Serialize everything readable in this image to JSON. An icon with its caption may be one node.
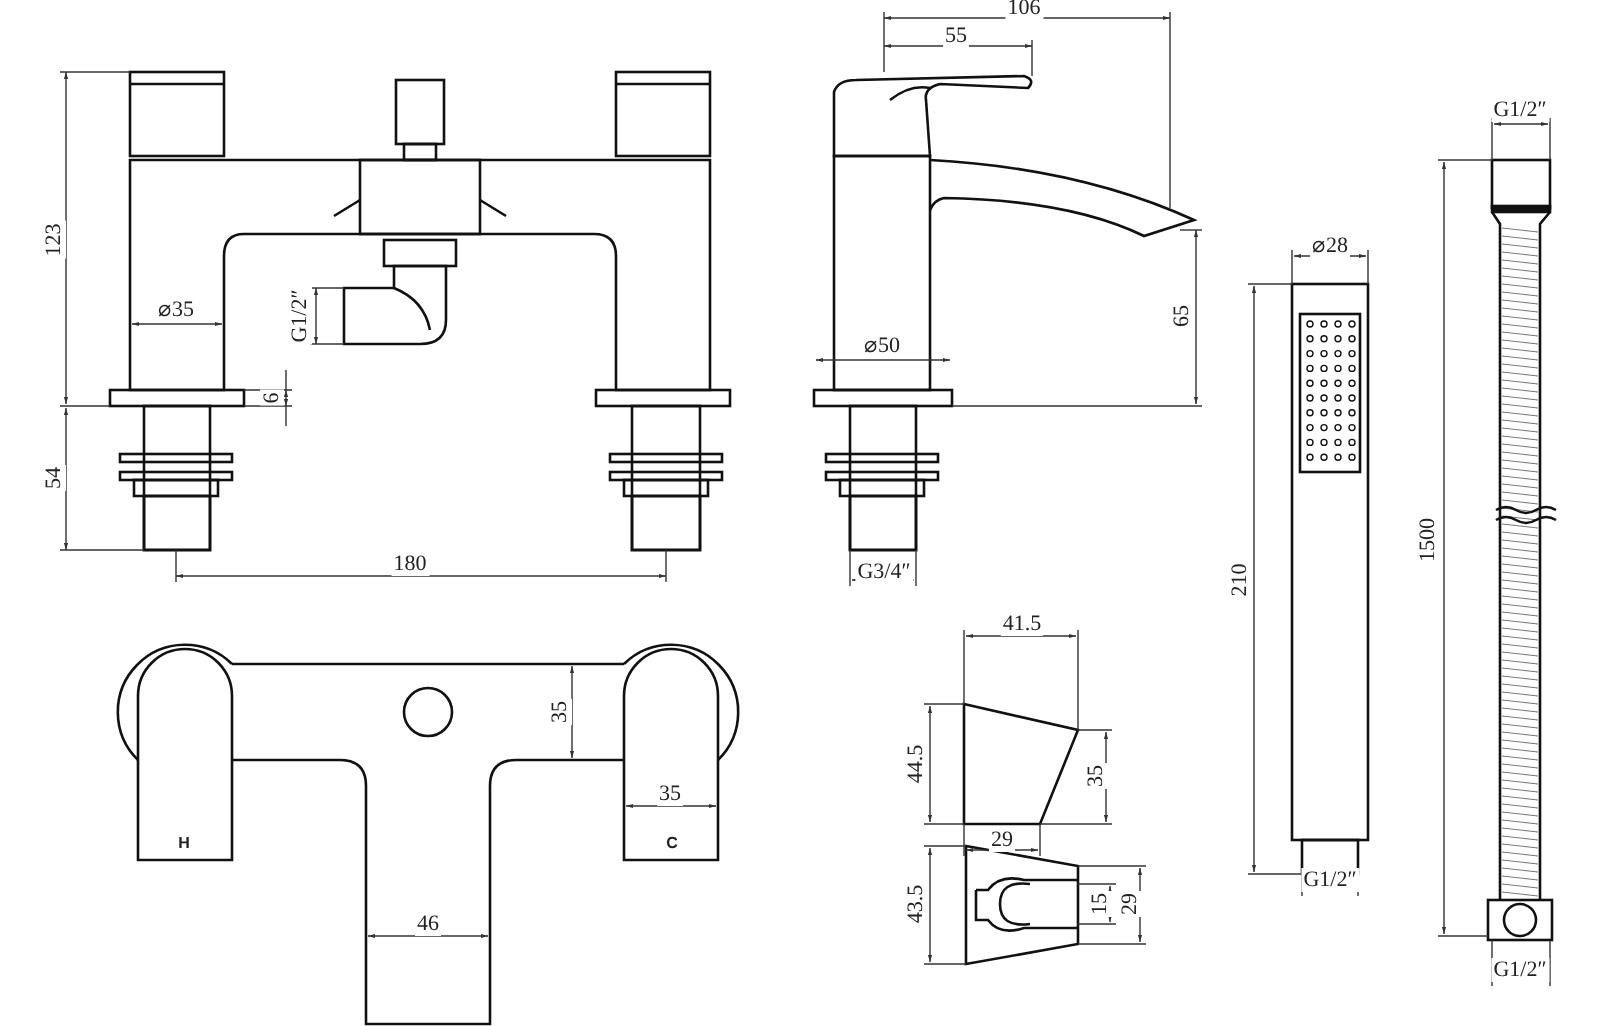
{
  "diagram": {
    "labels": [
      "123",
      "⌀35",
      "G1/2″",
      "6",
      "54",
      "180",
      "106",
      "55",
      "65",
      "⌀50",
      "G3/4″",
      "⌀28",
      "210",
      "G1/2″",
      "G1/2″",
      "1500",
      "G1/2″",
      "35",
      "35",
      "H",
      "C",
      "46",
      "41.5",
      "44.5",
      "35",
      "29",
      "43.5",
      "15",
      "29"
    ]
  }
}
